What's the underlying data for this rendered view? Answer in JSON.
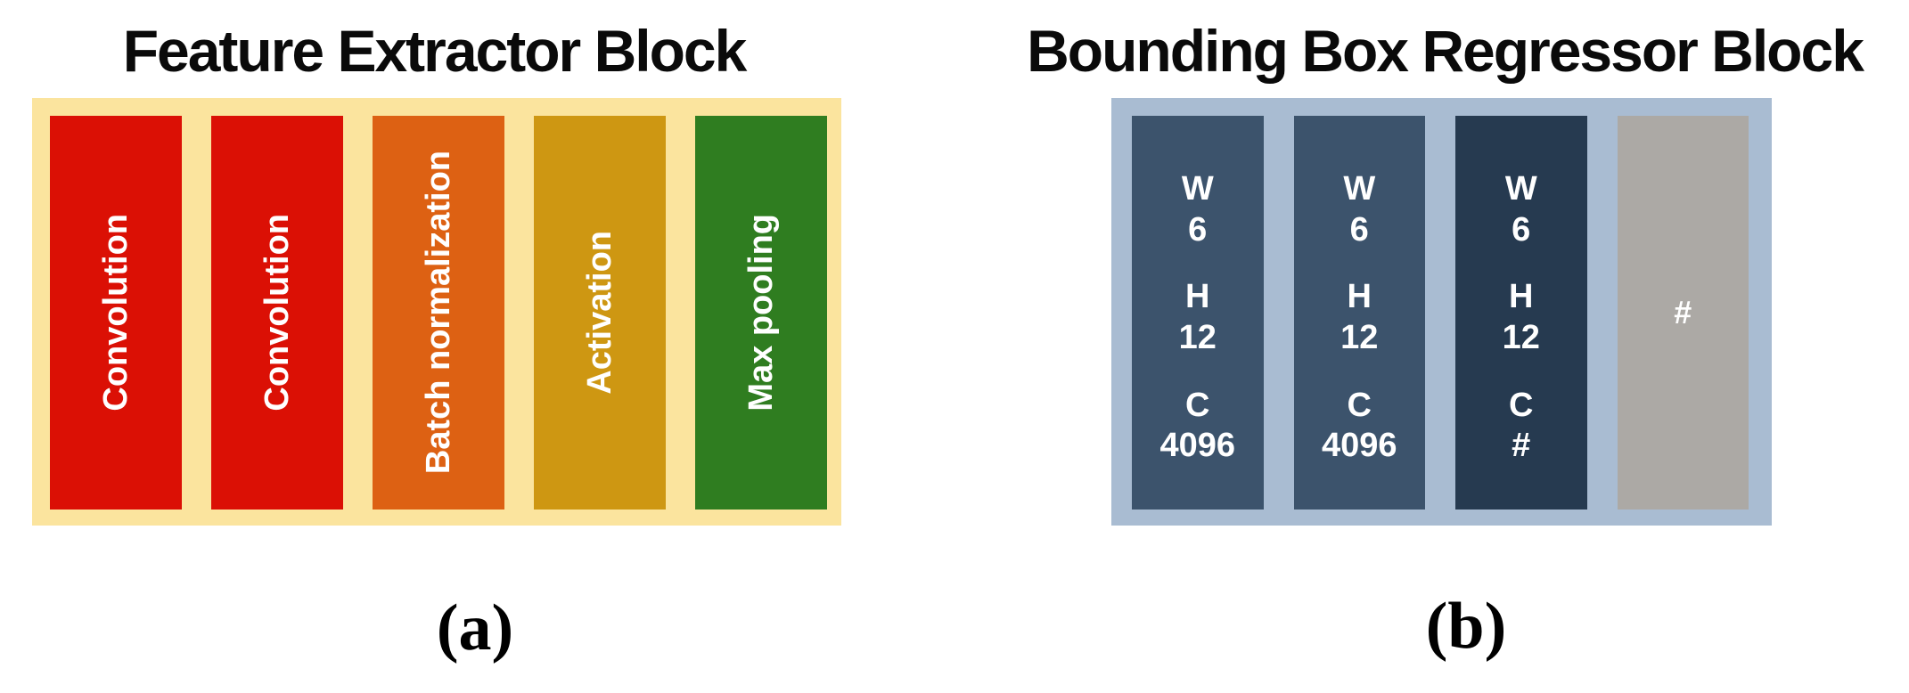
{
  "figure": {
    "panel_a": {
      "title": "Feature Extractor Block",
      "caption": "(a)",
      "container_color": "#FBE49E",
      "bars": [
        {
          "label": "Convolution",
          "color": "#DB1005"
        },
        {
          "label": "Convolution",
          "color": "#DB1005"
        },
        {
          "label": "Batch normalization",
          "color": "#DD6113"
        },
        {
          "label": "Activation",
          "color": "#CE9712"
        },
        {
          "label": "Max pooling",
          "color": "#2F7D20"
        }
      ]
    },
    "panel_b": {
      "title": "Bounding Box Regressor Block",
      "caption": "(b)",
      "container_color": "#A9BCD2",
      "bars": [
        {
          "color": "#3C536C",
          "rows": [
            {
              "k": "W",
              "v": "6"
            },
            {
              "k": "H",
              "v": "12"
            },
            {
              "k": "C",
              "v": "4096"
            }
          ]
        },
        {
          "color": "#3C536C",
          "rows": [
            {
              "k": "W",
              "v": "6"
            },
            {
              "k": "H",
              "v": "12"
            },
            {
              "k": "C",
              "v": "4096"
            }
          ]
        },
        {
          "color": "#263A50",
          "rows": [
            {
              "k": "W",
              "v": "6"
            },
            {
              "k": "H",
              "v": "12"
            },
            {
              "k": "C",
              "v": "#"
            }
          ]
        },
        {
          "color": "#ACA9A5",
          "label": "#"
        }
      ]
    }
  }
}
